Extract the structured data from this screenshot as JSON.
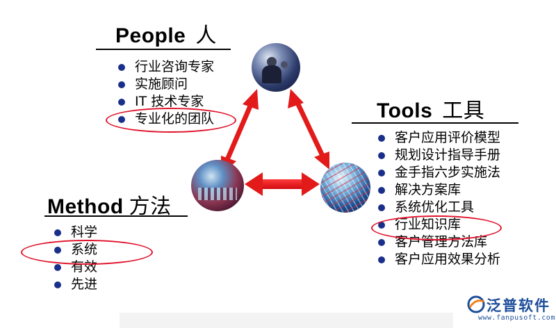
{
  "people": {
    "title": "People",
    "title_cn": "人",
    "items": [
      "行业咨询专家",
      "实施顾问",
      "IT 技术专家",
      "专业化的团队"
    ]
  },
  "tools": {
    "title": "Tools",
    "title_cn": "工具",
    "items": [
      "客户应用评价模型",
      "规划设计指导手册",
      "金手指六步实施法",
      "解决方案库",
      "系统优化工具",
      "行业知识库",
      "客户管理方法库",
      "客户应用效果分析"
    ]
  },
  "method": {
    "title": "Method",
    "title_cn": "方法",
    "items": [
      "科学",
      "系统",
      "有效",
      "先进"
    ]
  },
  "logo": {
    "name": "泛普软件",
    "url": "www.fanpusoft.com"
  },
  "colors": {
    "accent_red": "#e0122a",
    "bullet_blue": "#1a2f8a",
    "logo_blue": "#1c4d9a"
  }
}
